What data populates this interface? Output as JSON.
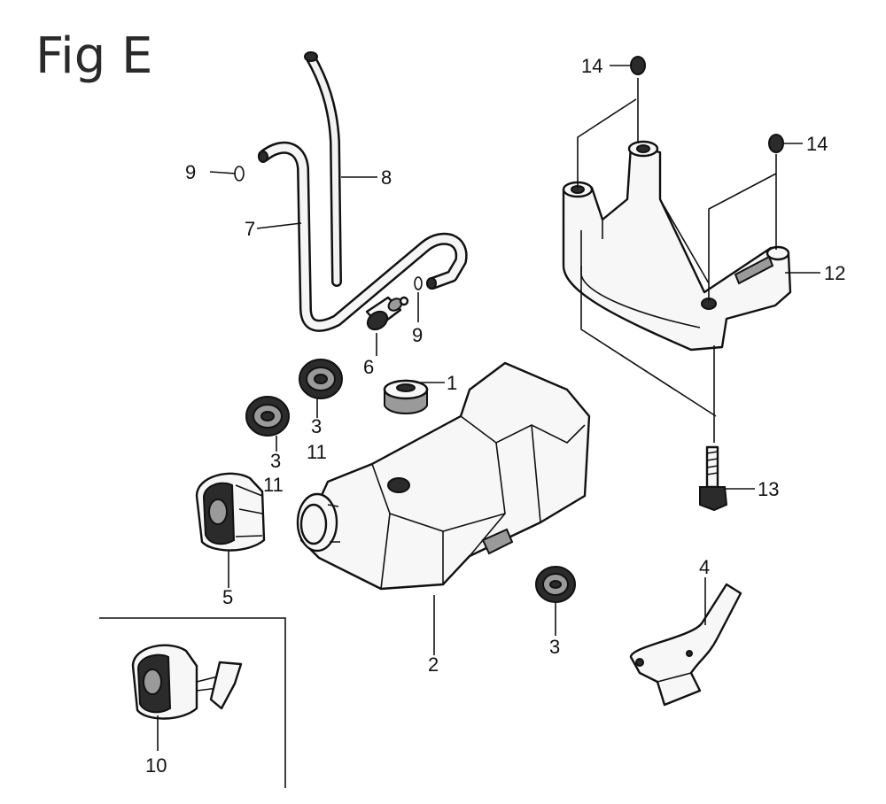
{
  "figure": {
    "title": "Fig E"
  },
  "callouts": [
    {
      "id": "c1",
      "label": "1"
    },
    {
      "id": "c2",
      "label": "2"
    },
    {
      "id": "c3a",
      "label": "3"
    },
    {
      "id": "c3b",
      "label": "3"
    },
    {
      "id": "c3c",
      "label": "3"
    },
    {
      "id": "c4",
      "label": "4"
    },
    {
      "id": "c5",
      "label": "5"
    },
    {
      "id": "c6",
      "label": "6"
    },
    {
      "id": "c7",
      "label": "7"
    },
    {
      "id": "c8",
      "label": "8"
    },
    {
      "id": "c9a",
      "label": "9"
    },
    {
      "id": "c9b",
      "label": "9"
    },
    {
      "id": "c10",
      "label": "10"
    },
    {
      "id": "c11a",
      "label": "11"
    },
    {
      "id": "c11b",
      "label": "11"
    },
    {
      "id": "c12",
      "label": "12"
    },
    {
      "id": "c13",
      "label": "13"
    },
    {
      "id": "c14a",
      "label": "14"
    },
    {
      "id": "c14b",
      "label": "14"
    }
  ],
  "icons": {
    "fuel_tank": "fuel-tank-icon",
    "fuel_cap": "fuel-cap-icon",
    "fuel_hose": "fuel-hose-icon",
    "grommet": "grommet-icon",
    "bracket": "bracket-icon",
    "fuel_filter": "fuel-filter-icon",
    "bolt": "bolt-icon",
    "collar": "collar-icon",
    "stay": "stay-icon"
  }
}
